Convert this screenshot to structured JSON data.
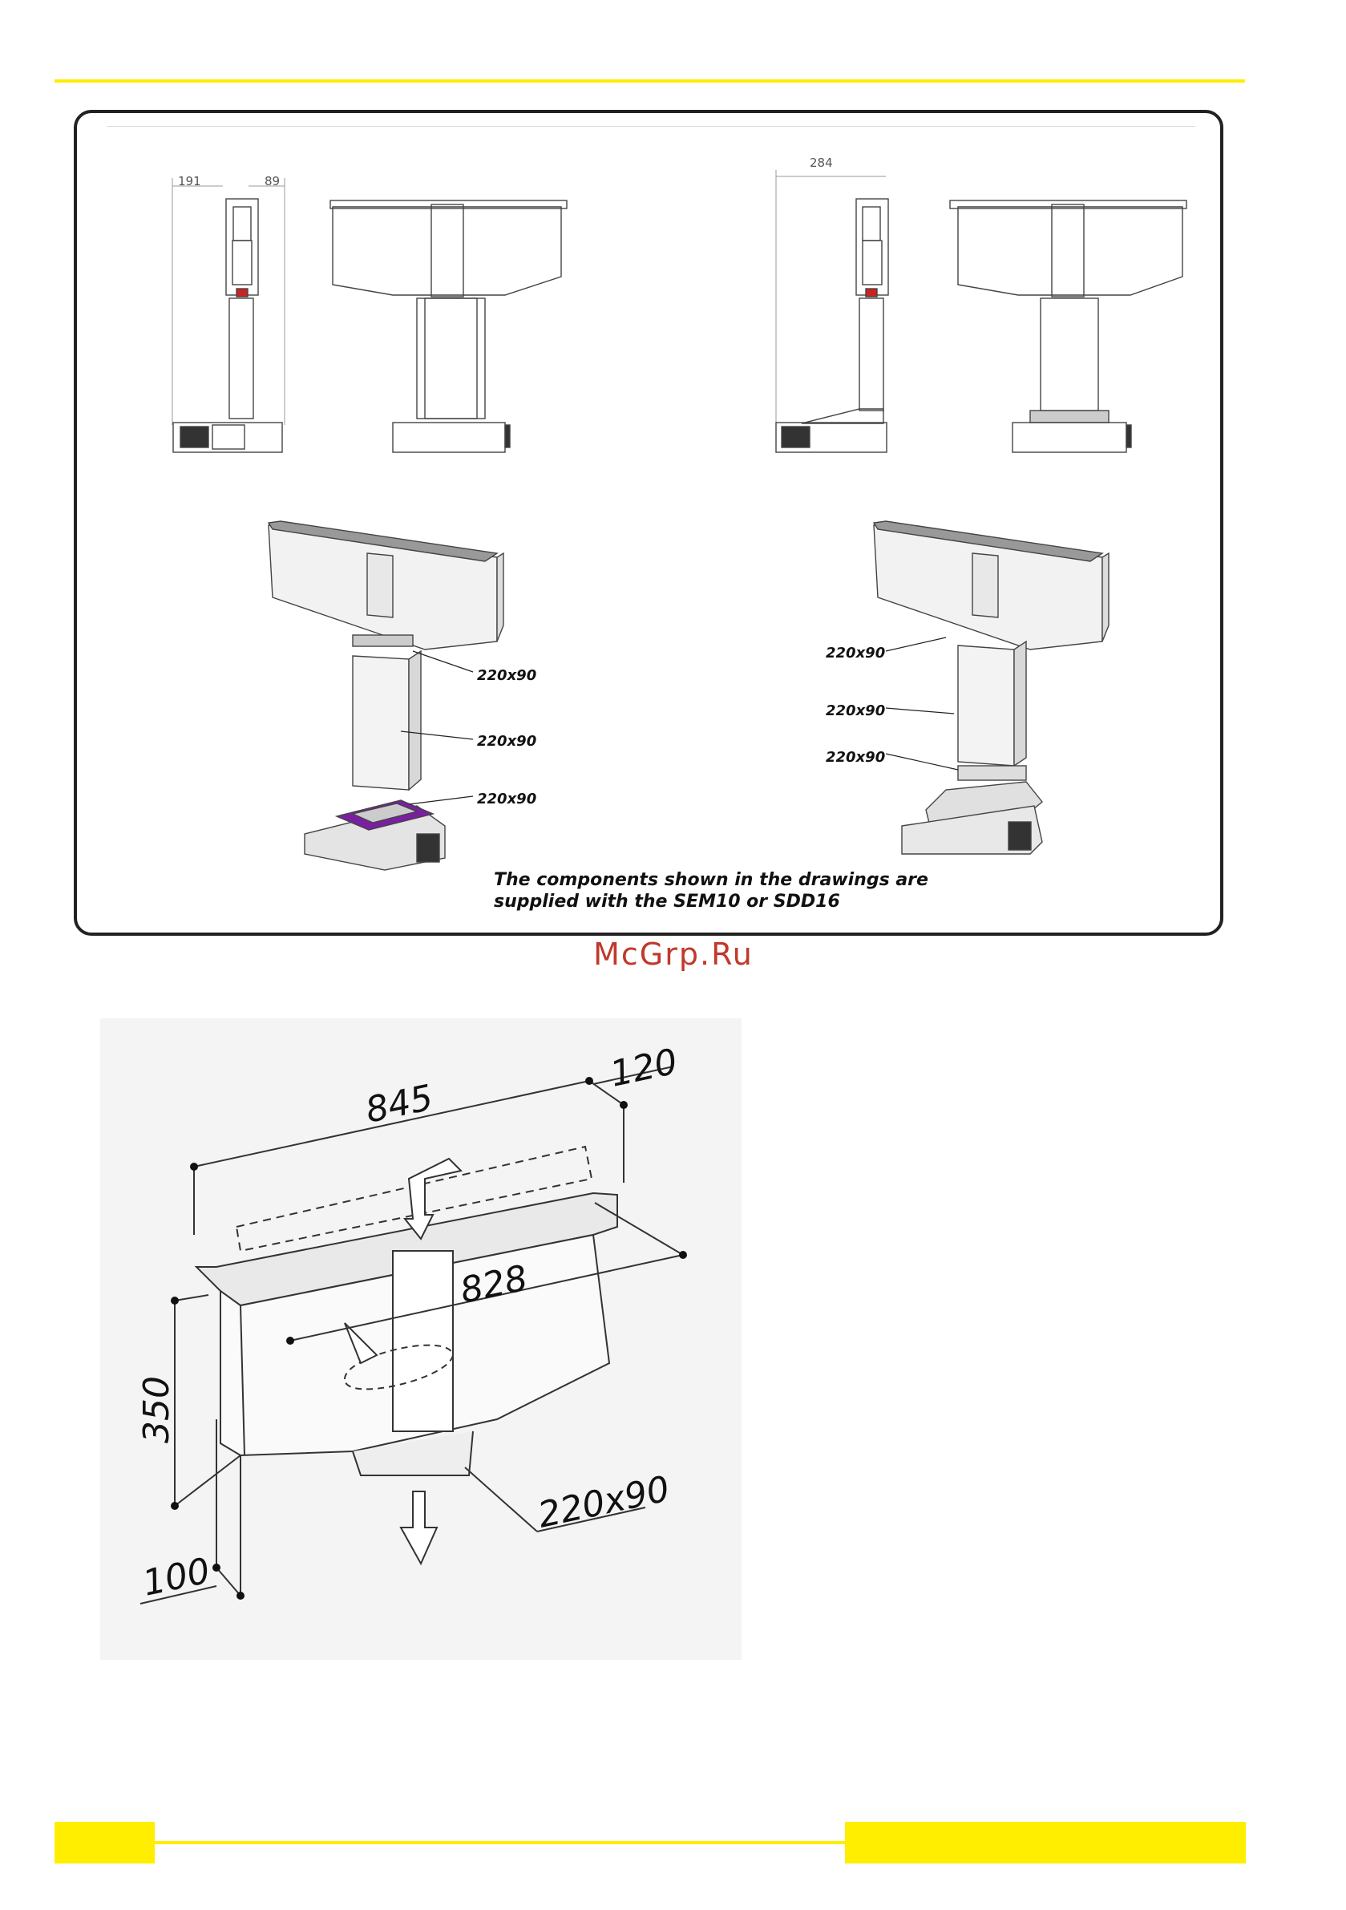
{
  "colors": {
    "accent_yellow": "#ffee00",
    "watermark_red": "#c0392b",
    "hose_purple": "#7a1fa0"
  },
  "side_views": {
    "left_dims": [
      "191",
      "89"
    ],
    "right_dims": [
      "284"
    ]
  },
  "iso_left": {
    "labels": [
      "220x90",
      "220x90",
      "220x90"
    ]
  },
  "iso_right": {
    "labels": [
      "220x90",
      "220x90",
      "220x90"
    ]
  },
  "caption": {
    "line1": "The components shown in the drawings are",
    "line2": "supplied with the SEM10 or SDD16"
  },
  "watermark": "McGrp.Ru",
  "dimension_drawing": {
    "width": "845",
    "depth_top": "120",
    "inner_width": "828",
    "height": "350",
    "depth_bottom": "100",
    "outlet": "220x90"
  }
}
